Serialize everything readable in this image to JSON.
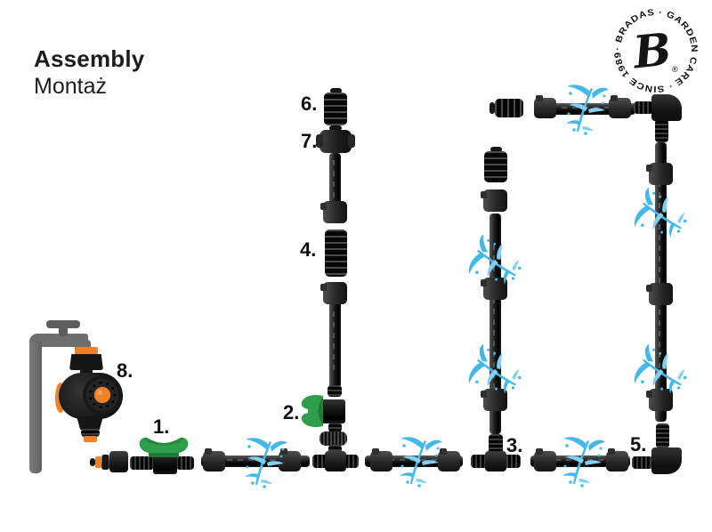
{
  "header": {
    "title": "Assembly",
    "subtitle": "Montaż"
  },
  "logo": {
    "ring_text": "· BRADAS · GARDEN CARE · SINCE 1989 ",
    "monogram": "B",
    "registered": "®"
  },
  "part_labels": {
    "p1": "1.",
    "p2": "2.",
    "p3": "3.",
    "p4": "4.",
    "p5": "5.",
    "p6": "6.",
    "p7": "7.",
    "p8": "8."
  },
  "colors": {
    "background": "#ffffff",
    "text": "#1d1d1b",
    "accent_green": "#2f9e4a",
    "accent_green_dark": "#1c7d36",
    "accent_orange": "#f08126",
    "spray_blue": "#45b8ea",
    "spray_blue_light": "#7fd0f2",
    "pipe_black": "#111111",
    "tap_gray": "#6e6e6e"
  },
  "icons": {
    "brand_logo": "brand-logo",
    "spray": "sprinkler-spray-icon",
    "timer": "water-timer",
    "tap": "garden-tap"
  }
}
